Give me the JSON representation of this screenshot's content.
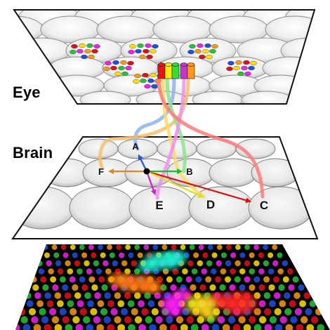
{
  "labels": {
    "eye": "Eye",
    "brain": "Brain"
  },
  "brain_nodes": [
    {
      "id": "A",
      "label": "A"
    },
    {
      "id": "B",
      "label": "B"
    },
    {
      "id": "C",
      "label": "C"
    },
    {
      "id": "D",
      "label": "D"
    },
    {
      "id": "E",
      "label": "E"
    },
    {
      "id": "F",
      "label": "F"
    }
  ],
  "connections": [
    {
      "to": "A",
      "color": "#2255dd"
    },
    {
      "to": "B",
      "color": "#22bb33"
    },
    {
      "to": "C",
      "color": "#dd1111"
    },
    {
      "to": "D",
      "color": "#dddd22"
    },
    {
      "to": "E",
      "color": "#cc22cc"
    },
    {
      "to": "F",
      "color": "#dd8822"
    }
  ],
  "colors": {
    "photoreceptor_dots": [
      "#e0101a",
      "#ffde00",
      "#26c23a",
      "#ee22ee",
      "#1f4fe0",
      "#f79a14"
    ],
    "axon_bundle": [
      "#ee1111",
      "#ffee00",
      "#33dd33",
      "#cc33cc",
      "#ff9911"
    ],
    "axon_paths": [
      "#ff7a7a",
      "#f7dc6a",
      "#8fe08f",
      "#f08ff0",
      "#8fb2ee",
      "#f5c070"
    ],
    "blobs": [
      "#22f0d0",
      "#ff7a18",
      "#ff2a2a",
      "#ff22ff",
      "#ffe21a"
    ]
  }
}
